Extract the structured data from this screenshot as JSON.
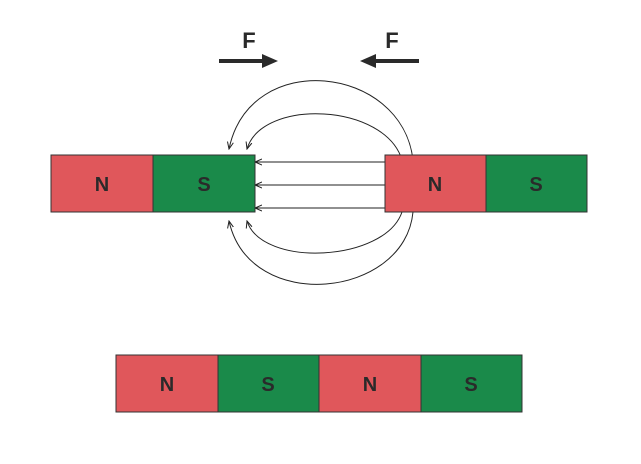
{
  "colors": {
    "north": "#e0575b",
    "south": "#1a8a4a",
    "outline": "#333333",
    "field_line": "#222222",
    "arrow": "#2a2a2a"
  },
  "forces": [
    {
      "label": "F",
      "direction": "right"
    },
    {
      "label": "F",
      "direction": "left"
    }
  ],
  "top_row": {
    "left_magnet": {
      "poles": [
        "N",
        "S"
      ]
    },
    "right_magnet": {
      "poles": [
        "N",
        "S"
      ]
    }
  },
  "bottom_row": {
    "combined_magnet": {
      "poles": [
        "N",
        "S",
        "N",
        "S"
      ]
    }
  }
}
